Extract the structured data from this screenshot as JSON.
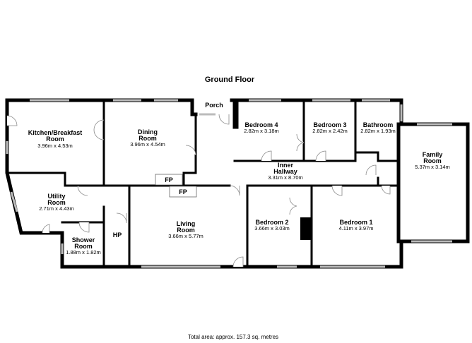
{
  "title": "Ground Floor",
  "rooms": {
    "kitchen": {
      "name1": "Kitchen/Breakfast",
      "name2": "Room",
      "dim": "3.96m x 4.53m"
    },
    "dining": {
      "name1": "Dining",
      "name2": "Room",
      "dim": "3.96m x 4.54m"
    },
    "porch": {
      "name1": "Porch"
    },
    "bedroom4": {
      "name1": "Bedroom 4",
      "dim": "2.82m x 3.18m"
    },
    "bedroom3": {
      "name1": "Bedroom 3",
      "dim": "2.82m x 2.42m"
    },
    "bathroom": {
      "name1": "Bathroom",
      "dim": "2.82m x 1.93m"
    },
    "family": {
      "name1": "Family",
      "name2": "Room",
      "dim": "5.37m x 3.14m"
    },
    "hallway": {
      "name1": "Inner",
      "name2": "Hallway",
      "dim": "3.31m x 8.70m"
    },
    "utility": {
      "name1": "Utility",
      "name2": "Room",
      "dim": "2.71m x 4.43m"
    },
    "shower": {
      "name1": "Shower",
      "name2": "Room",
      "dim": "1.88m x 1.82m"
    },
    "living": {
      "name1": "Living",
      "name2": "Room",
      "dim": "3.66m x 5.77m"
    },
    "bedroom2": {
      "name1": "Bedroom 2",
      "dim": "3.66m x 3.03m"
    },
    "bedroom1": {
      "name1": "Bedroom 1",
      "dim": "4.11m x 3.97m"
    }
  },
  "labels": {
    "fp": "FP",
    "hp": "HP"
  },
  "footer": "Total area: approx. 157.3 sq. metres"
}
